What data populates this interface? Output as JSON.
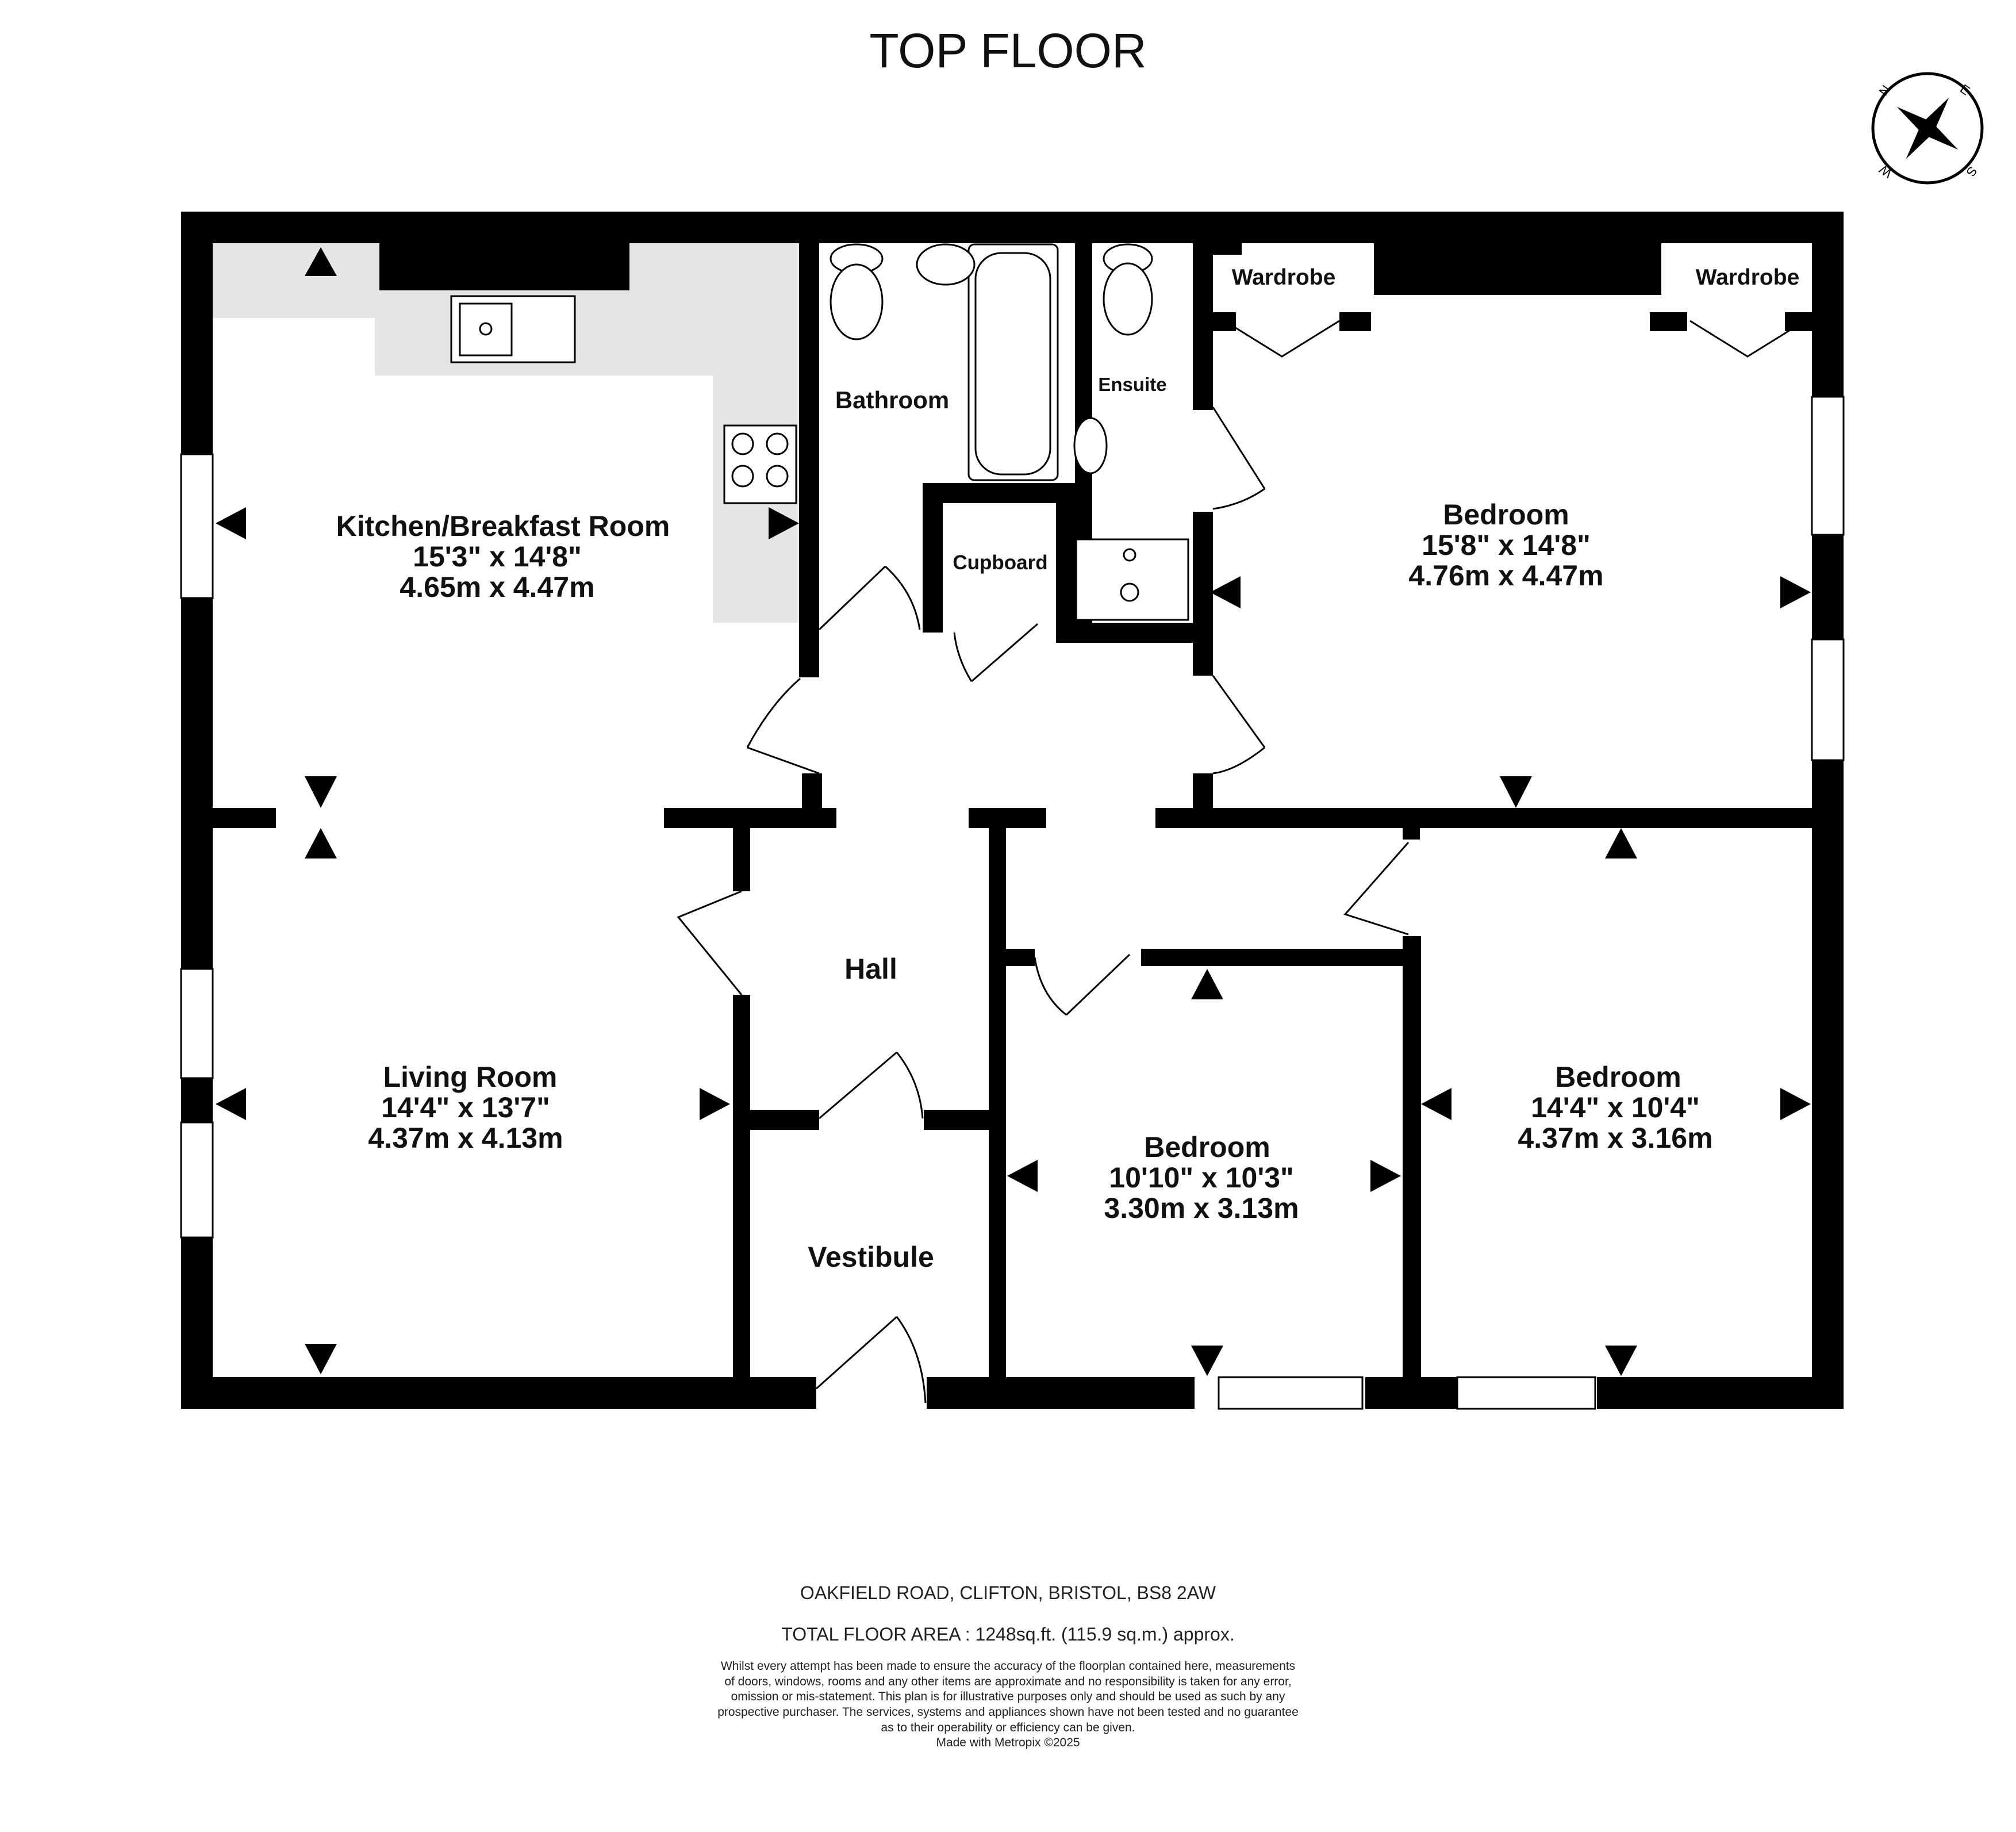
{
  "title": "TOP FLOOR",
  "compass": {
    "n": "N",
    "e": "E",
    "s": "S",
    "w": "W"
  },
  "rooms": {
    "kitchen": {
      "name": "Kitchen/Breakfast Room",
      "imperial": "15'3\"  x 14'8\"",
      "metric": "4.65m  x 4.47m"
    },
    "bathroom": {
      "name": "Bathroom"
    },
    "ensuite": {
      "name": "Ensuite"
    },
    "cupboard": {
      "name": "Cupboard"
    },
    "wardrobe_left": {
      "name": "Wardrobe"
    },
    "wardrobe_right": {
      "name": "Wardrobe"
    },
    "bedroom_main": {
      "name": "Bedroom",
      "imperial": "15'8\"  x 14'8\"",
      "metric": "4.76m  x 4.47m"
    },
    "hall": {
      "name": "Hall"
    },
    "living": {
      "name": "Living Room",
      "imperial": "14'4\"  x 13'7\"",
      "metric": "4.37m  x 4.13m"
    },
    "vestibule": {
      "name": "Vestibule"
    },
    "bedroom_middle": {
      "name": "Bedroom",
      "imperial": "10'10\"  x 10'3\"",
      "metric": "3.30m  x 3.13m"
    },
    "bedroom_right": {
      "name": "Bedroom",
      "imperial": "14'4\"  x 10'4\"",
      "metric": "4.37m  x 3.16m"
    }
  },
  "footer": {
    "address": "OAKFIELD ROAD, CLIFTON, BRISTOL, BS8 2AW",
    "total_area": "TOTAL FLOOR AREA : 1248sq.ft. (115.9 sq.m.) approx.",
    "disclaimer": [
      "Whilst every attempt has been made to ensure the accuracy of the floorplan contained here, measurements",
      "of doors, windows, rooms and any other items are approximate and no responsibility is taken for any error,",
      "omission or mis-statement. This plan is for illustrative purposes only and should be used as such by any",
      "prospective purchaser. The services, systems and appliances shown have not been tested and no guarantee",
      "as to their operability or efficiency can be given."
    ],
    "credit": "Made with Metropix ©2025"
  },
  "colors": {
    "wall": "#000000",
    "kitchen_worktop": "#e6e6e6",
    "background": "#ffffff"
  }
}
